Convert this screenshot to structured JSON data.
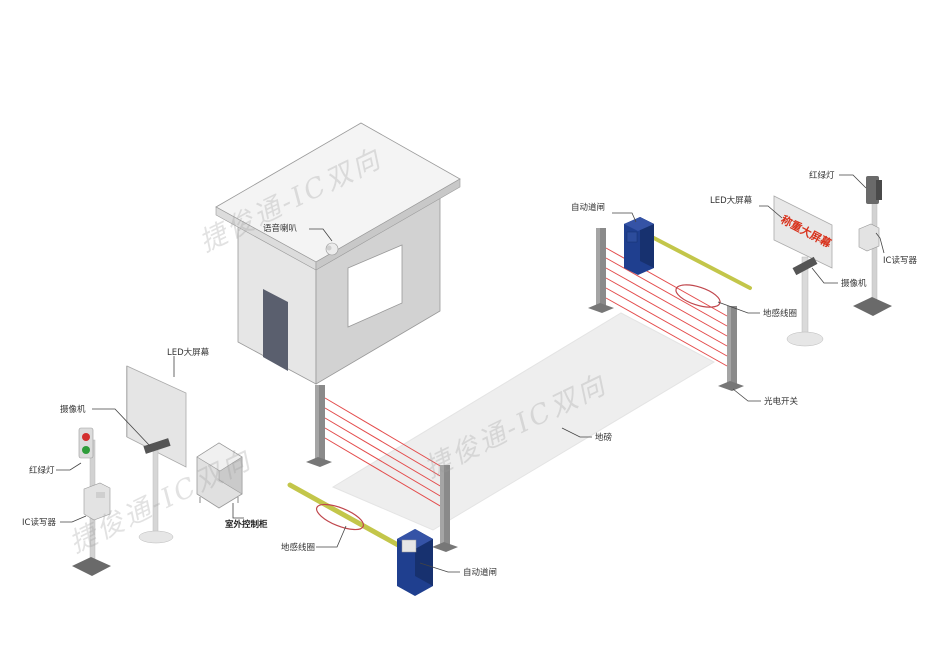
{
  "watermark": "捷俊通-IC双向",
  "labels": {
    "speaker": "语音喇叭",
    "led_left": "LED大屏幕",
    "camera_left": "摄像机",
    "traffic_left": "红绿灯",
    "ic_left": "IC读写器",
    "control_cabinet": "室外控制柜",
    "loop_left": "地感线圈",
    "gate_front": "自动道闸",
    "weighbridge": "地磅",
    "gate_back": "自动道闸",
    "led_right": "LED大屏幕",
    "traffic_right": "红绿灯",
    "ic_right": "IC读写器",
    "camera_right": "摄像机",
    "loop_right": "地感线圈",
    "photo_switch": "光电开关"
  },
  "screen_text_right": "称重大屏幕",
  "colors": {
    "booth_roof": "#f2f2f2",
    "booth_front": "#e3e3e3",
    "booth_side": "#cfcfcf",
    "door": "#5a5f6e",
    "gate_blue": "#1f3f8f",
    "arm_yellow": "#c3c64a",
    "beam_red": "#e34c4c",
    "post_grey": "#777777",
    "scale_grey": "#eeeeee",
    "led_text_red": "#d8321c"
  }
}
